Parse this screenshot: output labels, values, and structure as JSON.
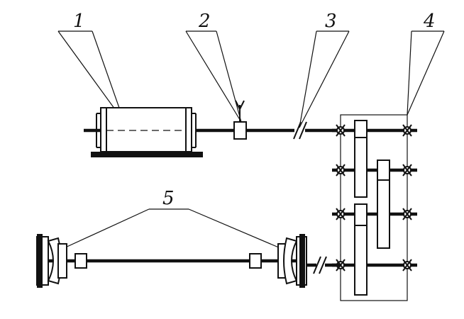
{
  "callouts": [
    {
      "id": "motor",
      "text": "1"
    },
    {
      "id": "coupling",
      "text": "2"
    },
    {
      "id": "clutch",
      "text": "3"
    },
    {
      "id": "gearbox",
      "text": "4"
    },
    {
      "id": "wheels",
      "text": "5"
    }
  ],
  "colors": {
    "ink": "#111111",
    "background": "#ffffff"
  }
}
